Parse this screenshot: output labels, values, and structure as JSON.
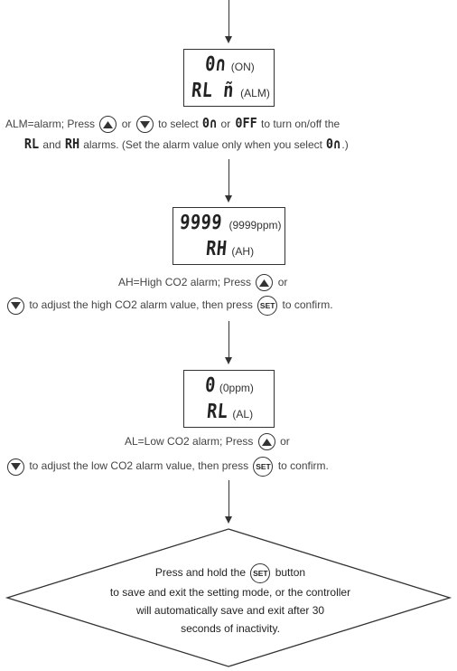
{
  "box1": {
    "seg_top": "0∩",
    "label_top": "(ON)",
    "seg_bottom": "RL ñ",
    "label_bottom": "(ALM)"
  },
  "note1": {
    "prefix": "ALM=alarm; Press",
    "or": "or",
    "to_select": "to select",
    "seg_on": "0∩",
    "or2": "or",
    "seg_off": "0FF",
    "suffix": "to turn on/off the",
    "seg_al": "RL",
    "and": "and",
    "seg_ah": "RH",
    "alarms_text": "alarms. (Set the alarm value only when you select",
    "seg_on2": "0∩",
    "close": ".)"
  },
  "box2": {
    "seg_top": "9999",
    "label_top": "(9999ppm)",
    "seg_bottom": "RH",
    "label_bottom": "(AH)"
  },
  "note2": {
    "line1_prefix": "AH=High CO2 alarm; Press",
    "line1_suffix": "or",
    "line2_prefix": "to adjust the high CO2 alarm value, then press",
    "line2_suffix": "to confirm.",
    "set_label": "SET"
  },
  "box3": {
    "seg_top": "0",
    "label_top": "(0ppm)",
    "seg_bottom": "RL",
    "label_bottom": "(AL)"
  },
  "note3": {
    "line1_prefix": "AL=Low CO2 alarm; Press",
    "line1_suffix": "or",
    "line2_prefix": "to adjust the low CO2 alarm value, then press",
    "line2_suffix": "to confirm.",
    "set_label": "SET"
  },
  "diamond": {
    "line1_prefix": "Press and hold the",
    "set_label": "SET",
    "line1_suffix": "button",
    "line2": "to save and exit the setting mode, or the controller",
    "line3": "will automatically save and exit after 30",
    "line4": "seconds of inactivity."
  }
}
